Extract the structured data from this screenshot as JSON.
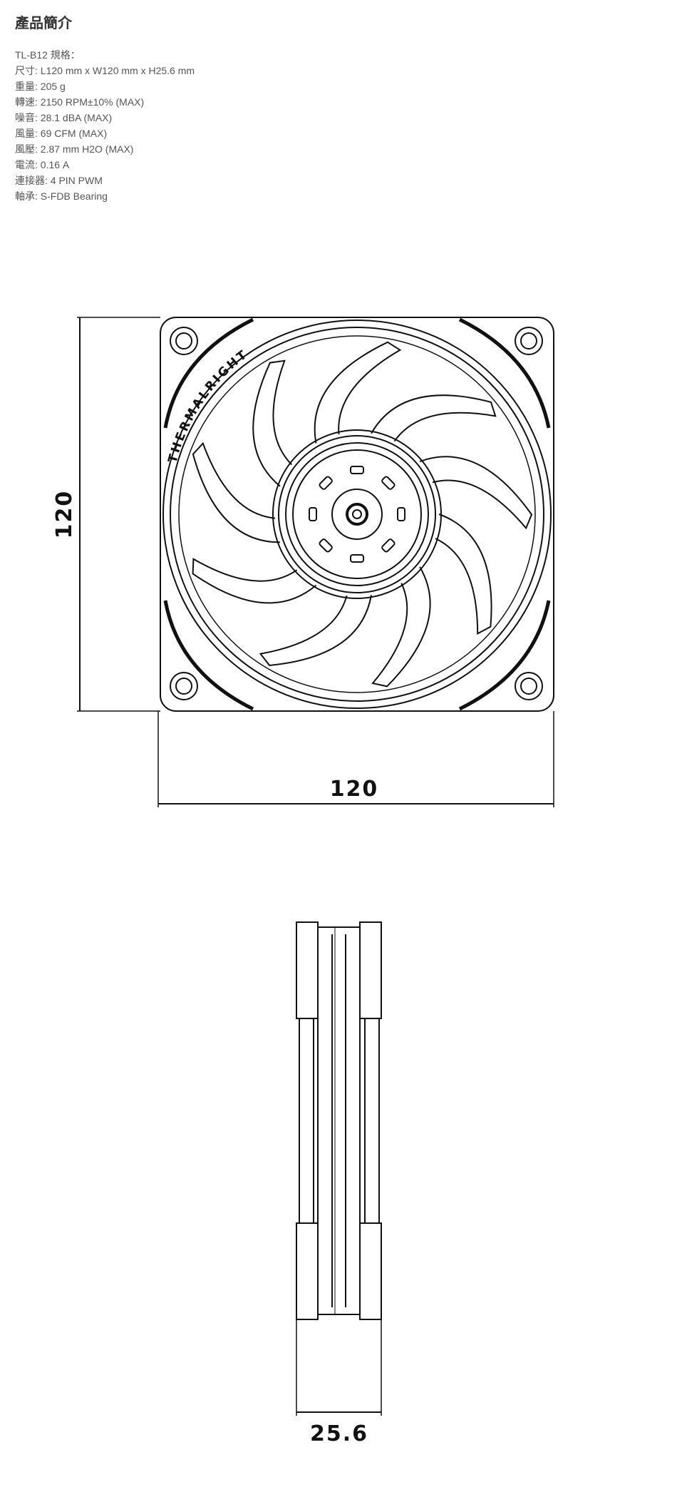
{
  "page_title": "產品簡介",
  "specs": {
    "heading": "TL-B12 規格：",
    "lines": [
      "尺寸: L120 mm x W120 mm x H25.6 mm",
      "重量: 205 g",
      "轉速: 2150 RPM±10% (MAX)",
      "噪音: 28.1 dBA (MAX)",
      "風量: 69 CFM (MAX)",
      "風壓: 2.87 mm H2O (MAX)",
      "電流: 0.16 A",
      "連接器: 4 PIN PWM",
      "軸承: S-FDB Bearing"
    ]
  },
  "drawing": {
    "brand": "THERMALRIGHT",
    "height_label": "120",
    "width_label": "120",
    "thickness_label": "25.6"
  }
}
